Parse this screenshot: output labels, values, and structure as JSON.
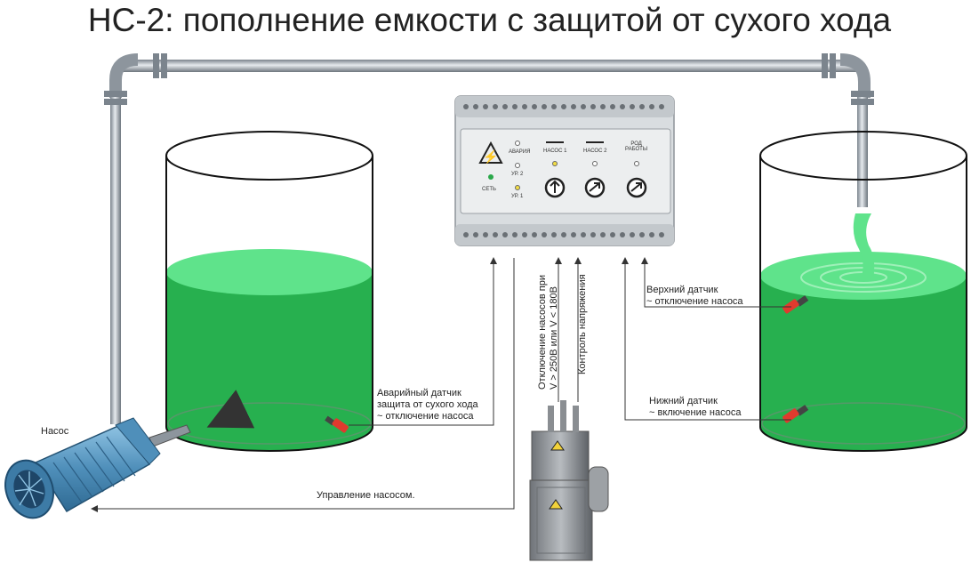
{
  "title": "НС-2: пополнение емкости с защитой от сухого хода",
  "labels": {
    "pump": "Насос",
    "emergency_sensor": [
      "Аварийный датчик",
      "защита от сухого хода",
      "~ отключение насоса"
    ],
    "pump_control": "Управление насосом.",
    "voltage_cutoff": [
      "Отключение насосов при",
      "V > 250В или V < 180В"
    ],
    "voltage_control": "Контроль напряжения",
    "upper_sensor": [
      "Верхний датчик",
      "~ отключение насоса"
    ],
    "lower_sensor": [
      "Нижний датчик",
      "~ включение насоса"
    ]
  },
  "controller": {
    "alarm": "АВАРИЯ",
    "level2": "УР. 2",
    "level1": "УР. 1",
    "power": "СЕТЬ",
    "pump1": "НАСОС 1",
    "pump2": "НАСОС 2",
    "mode": [
      "РОД",
      "РАБОТЫ"
    ]
  },
  "colors": {
    "water": "#27b04f",
    "water_surface": "#5fe38b",
    "pipe": "#9aa3ad",
    "pump_blue": "#5ea0c8",
    "sensor_red": "#e03a2e"
  }
}
